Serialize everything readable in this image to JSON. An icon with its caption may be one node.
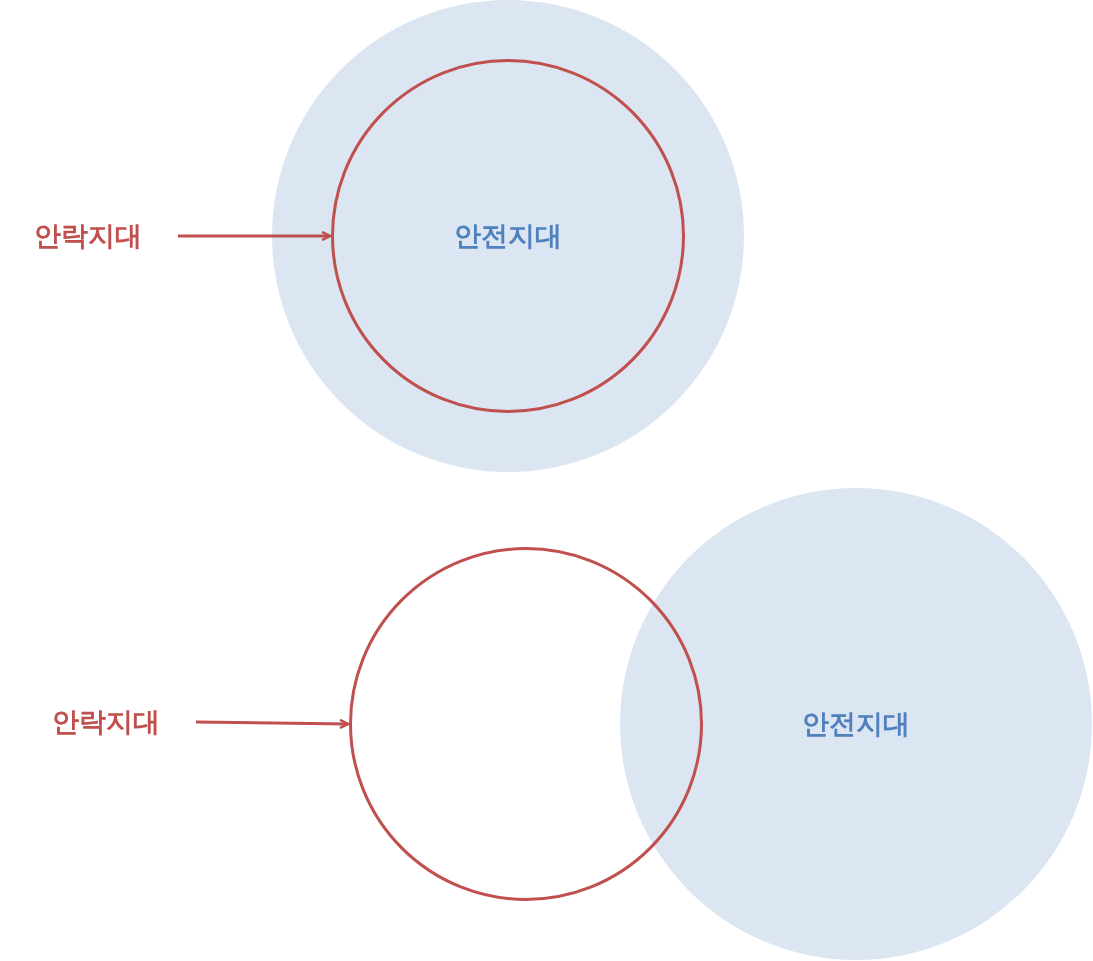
{
  "diagram": {
    "nodes": [
      {
        "text": [],
        "shape": "circle"
      },
      {
        "text": [
          "안전지대"
        ],
        "in": 0
      },
      {
        "text": [
          "안락지대"
        ]
      },
      {
        "text": [],
        "shape": "circle"
      },
      {
        "text": [
          "안전지대"
        ]
      },
      {
        "text": [
          "안락지대"
        ]
      }
    ],
    "edges": [
      {
        "from": 2,
        "to": 1,
        "arrow": "to"
      },
      {
        "from": 5,
        "to": 3,
        "arrow": "to"
      }
    ]
  }
}
